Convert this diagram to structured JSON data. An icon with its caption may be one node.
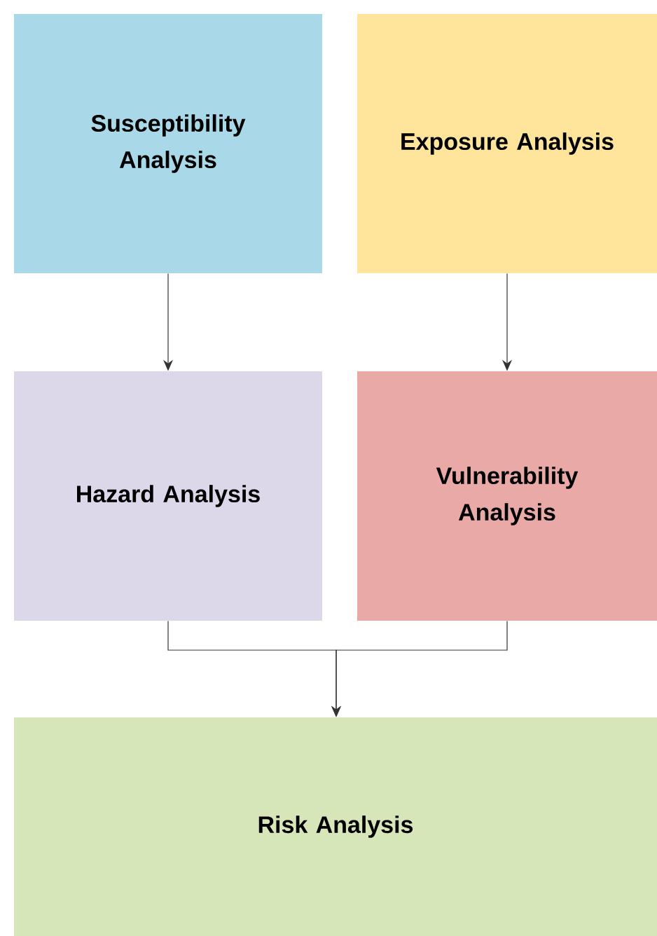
{
  "diagram": {
    "nodes": [
      {
        "text": [
          "Susceptibility Analysis"
        ]
      },
      {
        "text": [
          "Exposure Analysis"
        ]
      },
      {
        "text": [
          "Hazard Analysis"
        ]
      },
      {
        "text": [
          "Vulnerability Analysis"
        ]
      },
      {
        "text": [
          "Risk Analysis"
        ]
      }
    ],
    "edges": [
      {
        "from": 0,
        "to": 2,
        "arrow": "to"
      },
      {
        "from": 1,
        "to": 3,
        "arrow": "to"
      },
      {
        "from": 2,
        "to": 4,
        "arrow": "to"
      },
      {
        "from": 3,
        "to": 4,
        "arrow": "to"
      }
    ]
  }
}
